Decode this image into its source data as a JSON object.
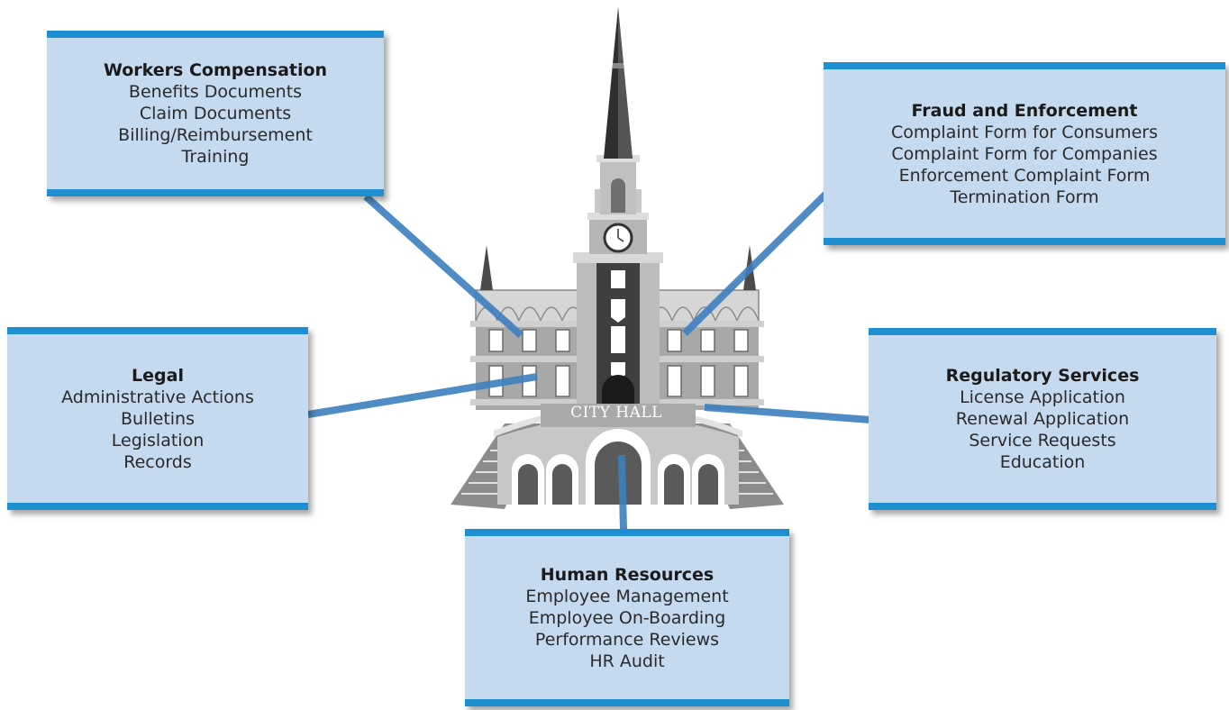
{
  "building_label": "CITY HALL",
  "colors": {
    "box_fill": "#c5daee",
    "box_border": "#1e8fd0",
    "connector": "#3d7fbf",
    "building_light": "#b5b5b5",
    "building_mid": "#9a9a9a",
    "building_dark": "#4a4a4a"
  },
  "boxes": {
    "workers": {
      "title": "Workers Compensation",
      "items": [
        "Benefits Documents",
        "Claim Documents",
        "Billing/Reimbursement",
        "Training"
      ]
    },
    "fraud": {
      "title": "Fraud and Enforcement",
      "items": [
        "Complaint Form for Consumers",
        "Complaint Form for Companies",
        "Enforcement Complaint Form",
        "Termination Form"
      ]
    },
    "legal": {
      "title": "Legal",
      "items": [
        "Administrative Actions",
        "Bulletins",
        "Legislation",
        "Records"
      ]
    },
    "regulatory": {
      "title": "Regulatory Services",
      "items": [
        "License Application",
        "Renewal Application",
        "Service Requests",
        "Education"
      ]
    },
    "hr": {
      "title": "Human Resources",
      "items": [
        "Employee Management",
        "Employee On-Boarding",
        "Performance Reviews",
        "HR Audit"
      ]
    }
  }
}
